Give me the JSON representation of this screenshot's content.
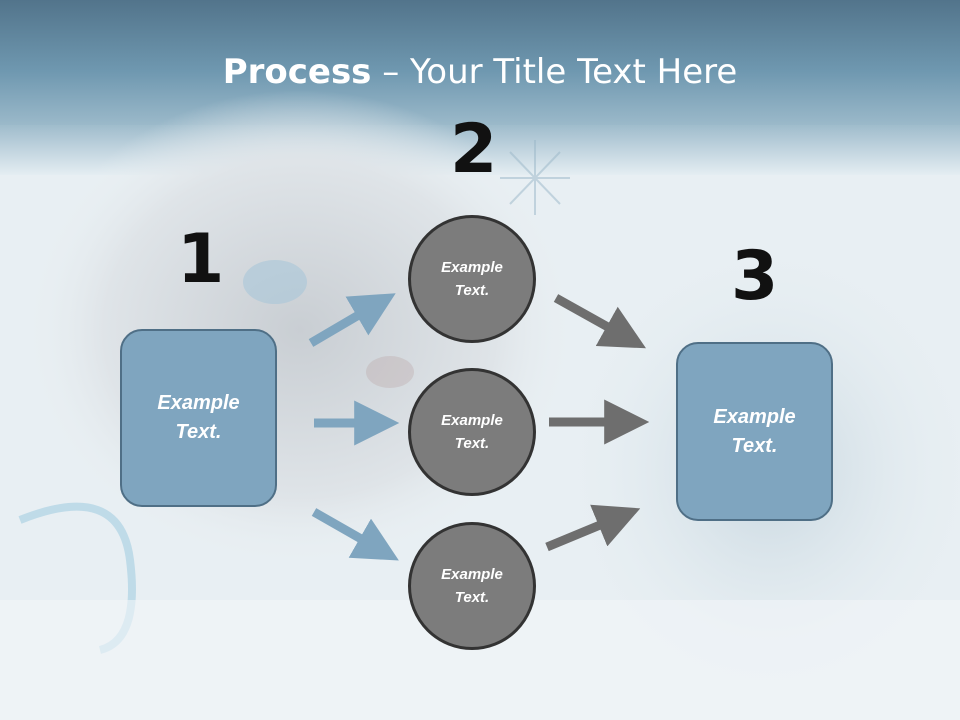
{
  "slide": {
    "title_bold": "Process",
    "title_rest": " – Your Title Text Here"
  },
  "steps": {
    "one": {
      "number": "1",
      "text": "Example\nText."
    },
    "two": {
      "number": "2"
    },
    "three": {
      "number": "3",
      "text": "Example\nText."
    }
  },
  "circles": [
    {
      "text": "Example\nText."
    },
    {
      "text": "Example\nText."
    },
    {
      "text": "Example\nText."
    }
  ],
  "colors": {
    "box_fill": "#7fa5bf",
    "circle_fill": "#7c7c7c",
    "arrow_blue": "#7fa5bf",
    "arrow_gray": "#6e6e6e",
    "header_band": "#5f8fa8"
  },
  "background": {
    "icon": "kitten-winter-photo"
  }
}
